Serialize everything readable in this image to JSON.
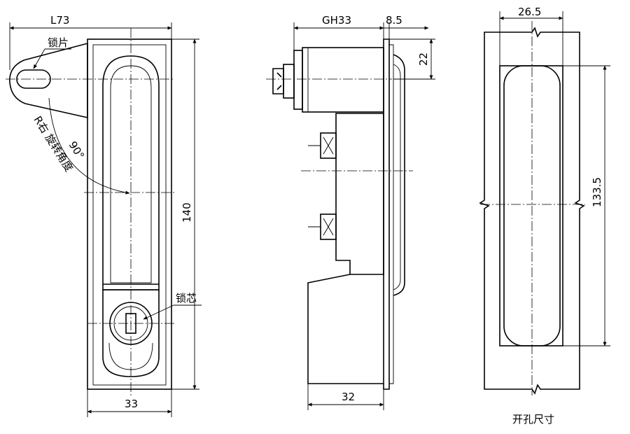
{
  "front_view": {
    "dim_top": "L73",
    "dim_width": "33",
    "dim_height": "140",
    "label_latch": "锁片",
    "label_cylinder": "锁芯",
    "rotation_angle": "90°",
    "rotation_label": "R右 旋转角度"
  },
  "side_view": {
    "dim_top": "GH33",
    "dim_offset": "8.5",
    "dim_height": "22",
    "dim_bottom": "32"
  },
  "cutout_view": {
    "dim_width": "26.5",
    "dim_height": "133.5",
    "caption": "开孔尺寸"
  }
}
